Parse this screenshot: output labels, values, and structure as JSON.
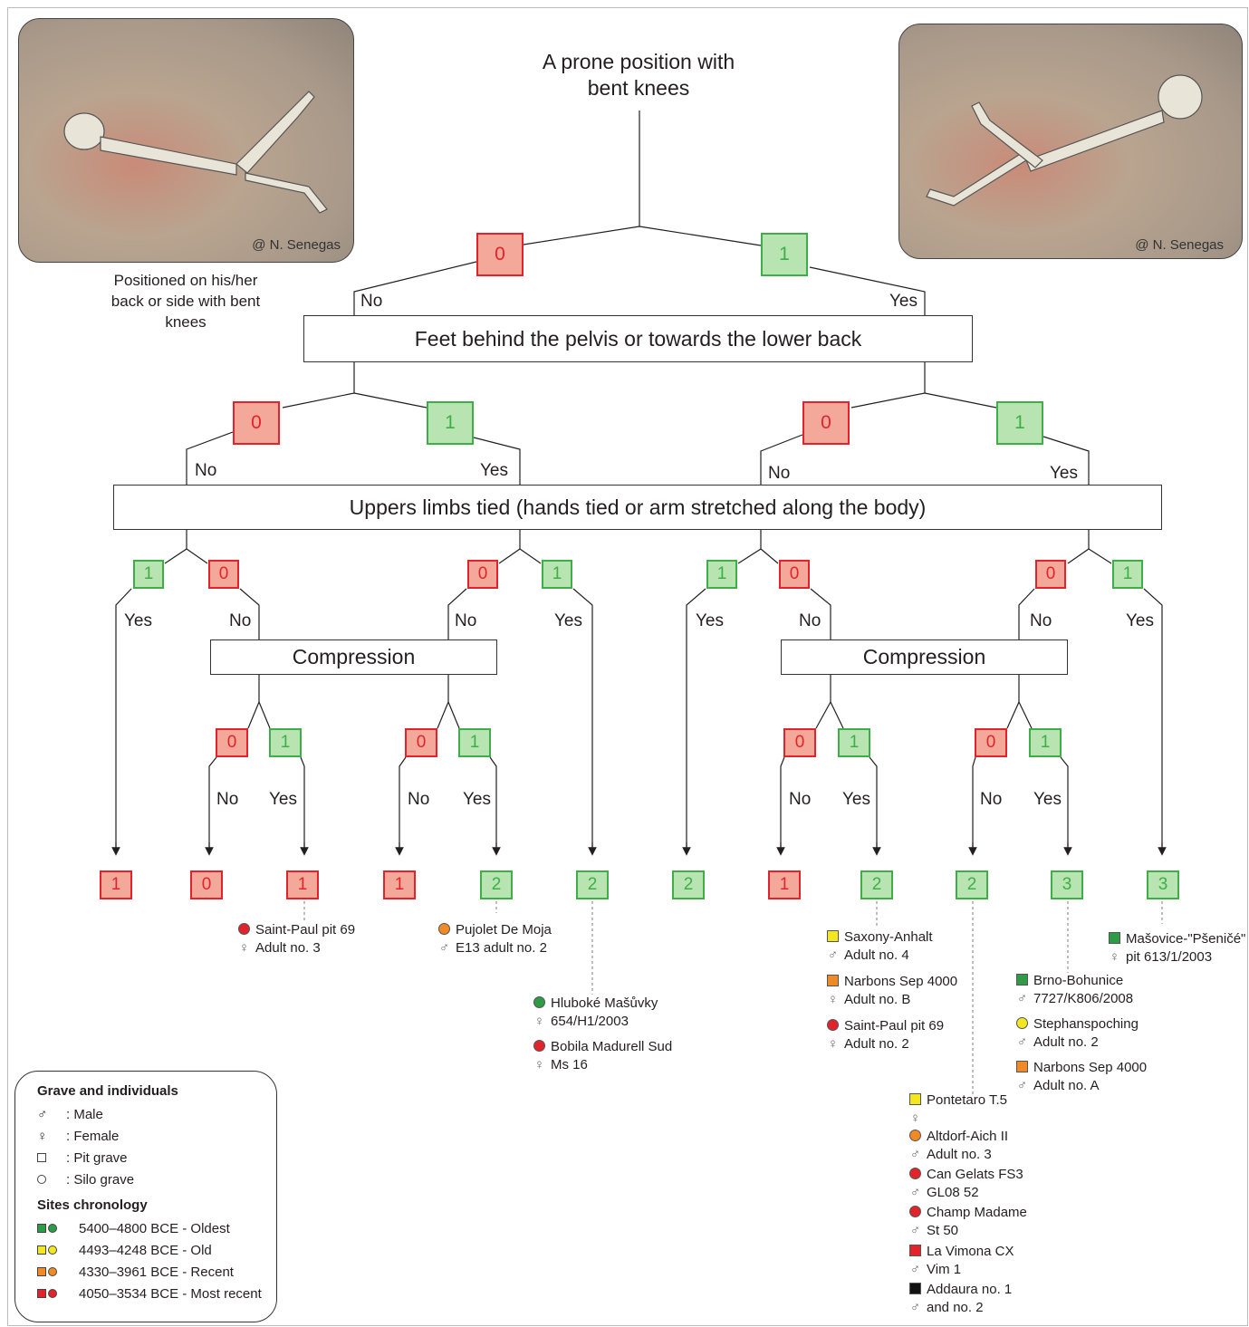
{
  "title": "A prone  position with\nbent knees",
  "photo_left": {
    "credit": "@ N. Senegas",
    "caption": "Positioned on his/her back or side with bent knees"
  },
  "photo_right": {
    "credit": "@ N. Senegas"
  },
  "questions": {
    "feet": "Feet behind the pelvis or towards the lower back",
    "upper": "Uppers limbs tied (hands tied or arm stretched along the body)",
    "compression": "Compression"
  },
  "branch": {
    "zero": "0",
    "one": "1",
    "no": "No",
    "yes": "Yes"
  },
  "scores": [
    "1",
    "0",
    "1",
    "1",
    "2",
    "2",
    "2",
    "1",
    "2",
    "2",
    "3",
    "3"
  ],
  "sites": {
    "s1": {
      "name": "Saint-Paul pit 69",
      "id": "Adult no. 3",
      "sex": "♀",
      "grave": "silo",
      "color": "#e3232b"
    },
    "s2": {
      "name": "Pujolet De Moja",
      "id": "E13 adult no. 2",
      "sex": "♂",
      "grave": "silo",
      "color": "#f08a24"
    },
    "s3": {
      "name": "Hluboké Mašůvky",
      "id": "654/H1/2003",
      "sex": "♀",
      "grave": "silo",
      "color": "#2e9b47"
    },
    "s4": {
      "name": "Bobila Madurell Sud",
      "id": "Ms 16",
      "sex": "♀",
      "grave": "silo",
      "color": "#e3232b"
    },
    "s5": {
      "name": "Saxony-Anhalt",
      "id": "Adult no. 4",
      "sex": "♂",
      "grave": "pit",
      "color": "#f2e721"
    },
    "s6": {
      "name": "Narbons Sep 4000",
      "id": "Adult no. B",
      "sex": "♀",
      "grave": "pit",
      "color": "#f08a24"
    },
    "s7": {
      "name": "Saint-Paul pit 69",
      "id": "Adult no. 2",
      "sex": "♀",
      "grave": "silo",
      "color": "#e3232b"
    },
    "s8": {
      "name": "Pontetaro T.5",
      "id": "",
      "sex": "♀",
      "grave": "pit",
      "color": "#f2e721"
    },
    "s9": {
      "name": "Altdorf-Aich II",
      "id": "Adult no. 3",
      "sex": "♂",
      "grave": "silo",
      "color": "#f08a24"
    },
    "s10": {
      "name": "Can Gelats FS3",
      "id": "GL08 52",
      "sex": "♂",
      "grave": "silo",
      "color": "#e3232b"
    },
    "s11": {
      "name": "Champ Madame",
      "id": "St 50",
      "sex": "♂",
      "grave": "silo",
      "color": "#e3232b"
    },
    "s12": {
      "name": "La Vimona CX",
      "id": "Vim 1",
      "sex": "♂",
      "grave": "pit",
      "color": "#e3232b"
    },
    "s13": {
      "name": "Addaura no. 1",
      "id": "and no. 2",
      "sex": "♂",
      "grave": "pit",
      "color": "#111111"
    },
    "s14": {
      "name": "Brno-Bohunice",
      "id": "7727/K806/2008",
      "sex": "♂",
      "grave": "pit",
      "color": "#2e9b47"
    },
    "s15": {
      "name": "Stephanspoching",
      "id": "Adult no. 2",
      "sex": "♂",
      "grave": "silo",
      "color": "#f2e721"
    },
    "s16": {
      "name": "Narbons Sep 4000",
      "id": "Adult no. A",
      "sex": "♂",
      "grave": "pit",
      "color": "#f08a24"
    },
    "s17": {
      "name": "Mašovice-\"Pšeničé\"",
      "id": "pit 613/1/2003",
      "sex": "♀",
      "grave": "pit",
      "color": "#2e9b47"
    }
  },
  "legend": {
    "h1": "Grave and individuals",
    "male": ": Male",
    "female": ": Female",
    "pit": ": Pit grave",
    "silo": ": Silo grave",
    "h2": "Sites chronology",
    "chron": [
      {
        "label": "5400–4800 BCE - Oldest",
        "color": "#2e9b47"
      },
      {
        "label": "4493–4248 BCE - Old",
        "color": "#f2e721"
      },
      {
        "label": "4330–3961 BCE - Recent",
        "color": "#f08a24"
      },
      {
        "label": "4050–3534 BCE - Most recent",
        "color": "#e3232b"
      }
    ]
  },
  "colors": {
    "red_fill": "#f4a89a",
    "red_stroke": "#e3232b",
    "green_fill": "#b7e4b0",
    "green_stroke": "#3fae49"
  }
}
